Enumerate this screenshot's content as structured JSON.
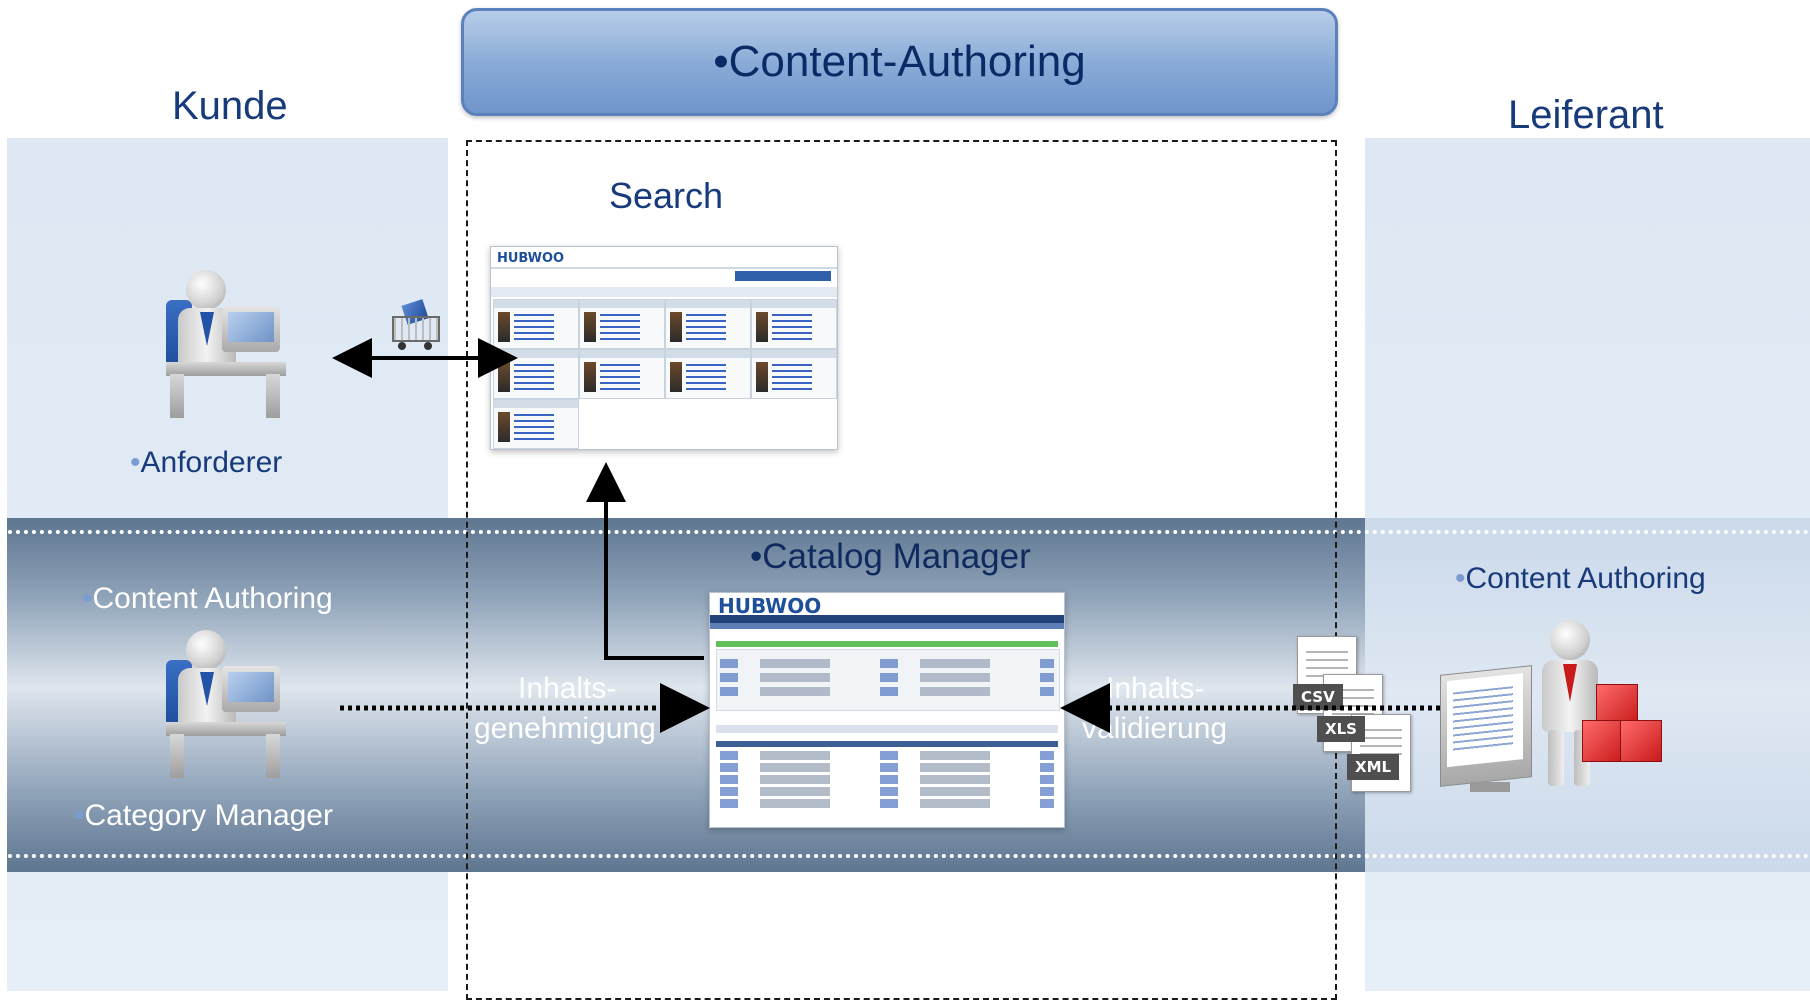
{
  "title": "•Content-Authoring",
  "lanes": {
    "left": "Kunde",
    "right": "Leiferant"
  },
  "labels": {
    "search": "Search",
    "anforderer": "Anforderer",
    "content_authoring_left": "Content Authoring",
    "category_manager": "Category Manager",
    "catalog_manager": "•Catalog Manager",
    "content_authoring_right": "Content Authoring",
    "inhalts_left_1": "Inhalts-",
    "inhalts_left_2": "genehmigung",
    "inhalts_right_1": "Inhalts-",
    "inhalts_right_2": "validierung"
  },
  "files": [
    "CSV",
    "XLS",
    "XML"
  ],
  "screenshots": {
    "search_logo": "HUBWOO",
    "catalog_logo": "HUBWOO"
  },
  "colors": {
    "header_fill": "#87a9d6",
    "title_text": "#0a2a66",
    "label_text": "#173a7a",
    "band_dark": "#5f7690",
    "lane_fill": "#dde8f4"
  }
}
